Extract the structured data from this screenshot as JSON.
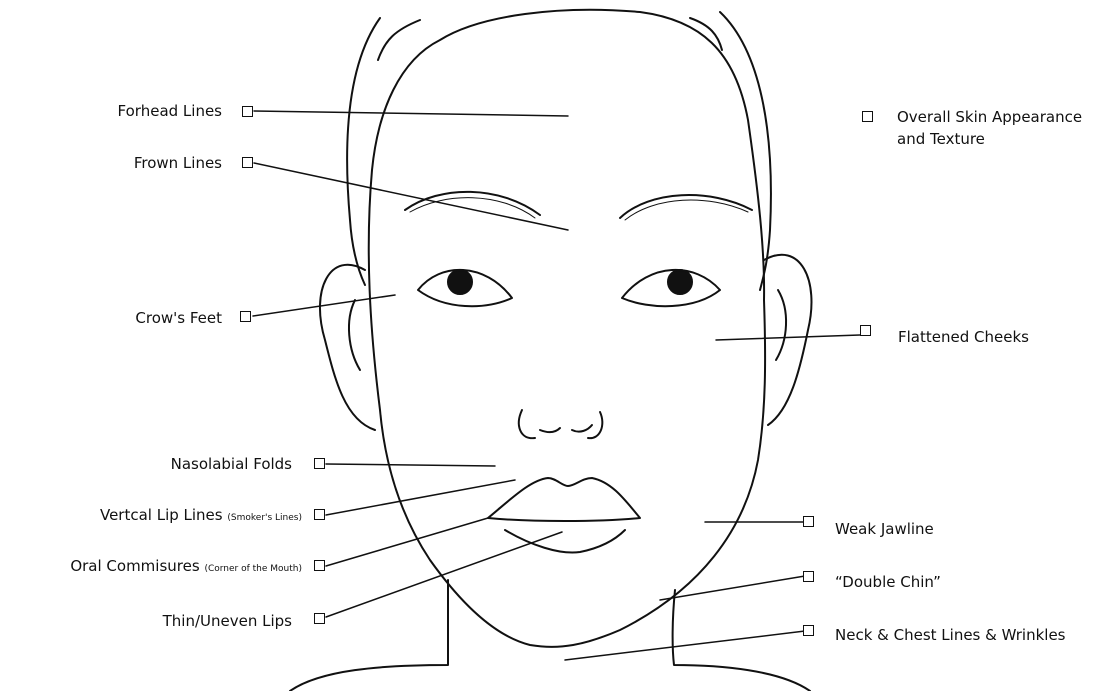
{
  "labels": {
    "forehead_lines": "Forhead Lines",
    "frown_lines": "Frown Lines",
    "crows_feet": "Crow's Feet",
    "nasolabial_folds": "Nasolabial Folds",
    "vertical_lip_lines": "Vertcal Lip Lines",
    "vertical_lip_lines_note": "(Smoker's Lines)",
    "oral_commisures": "Oral Commisures",
    "oral_commisures_note": "(Corner of the Mouth)",
    "thin_uneven_lips": "Thin/Uneven Lips",
    "overall_skin_line1": "Overall Skin Appearance",
    "overall_skin_line2": "and Texture",
    "flattened_cheeks": "Flattened Cheeks",
    "weak_jawline": "Weak Jawline",
    "double_chin": "“Double Chin”",
    "neck_chest": "Neck & Chest Lines & Wrinkles"
  }
}
